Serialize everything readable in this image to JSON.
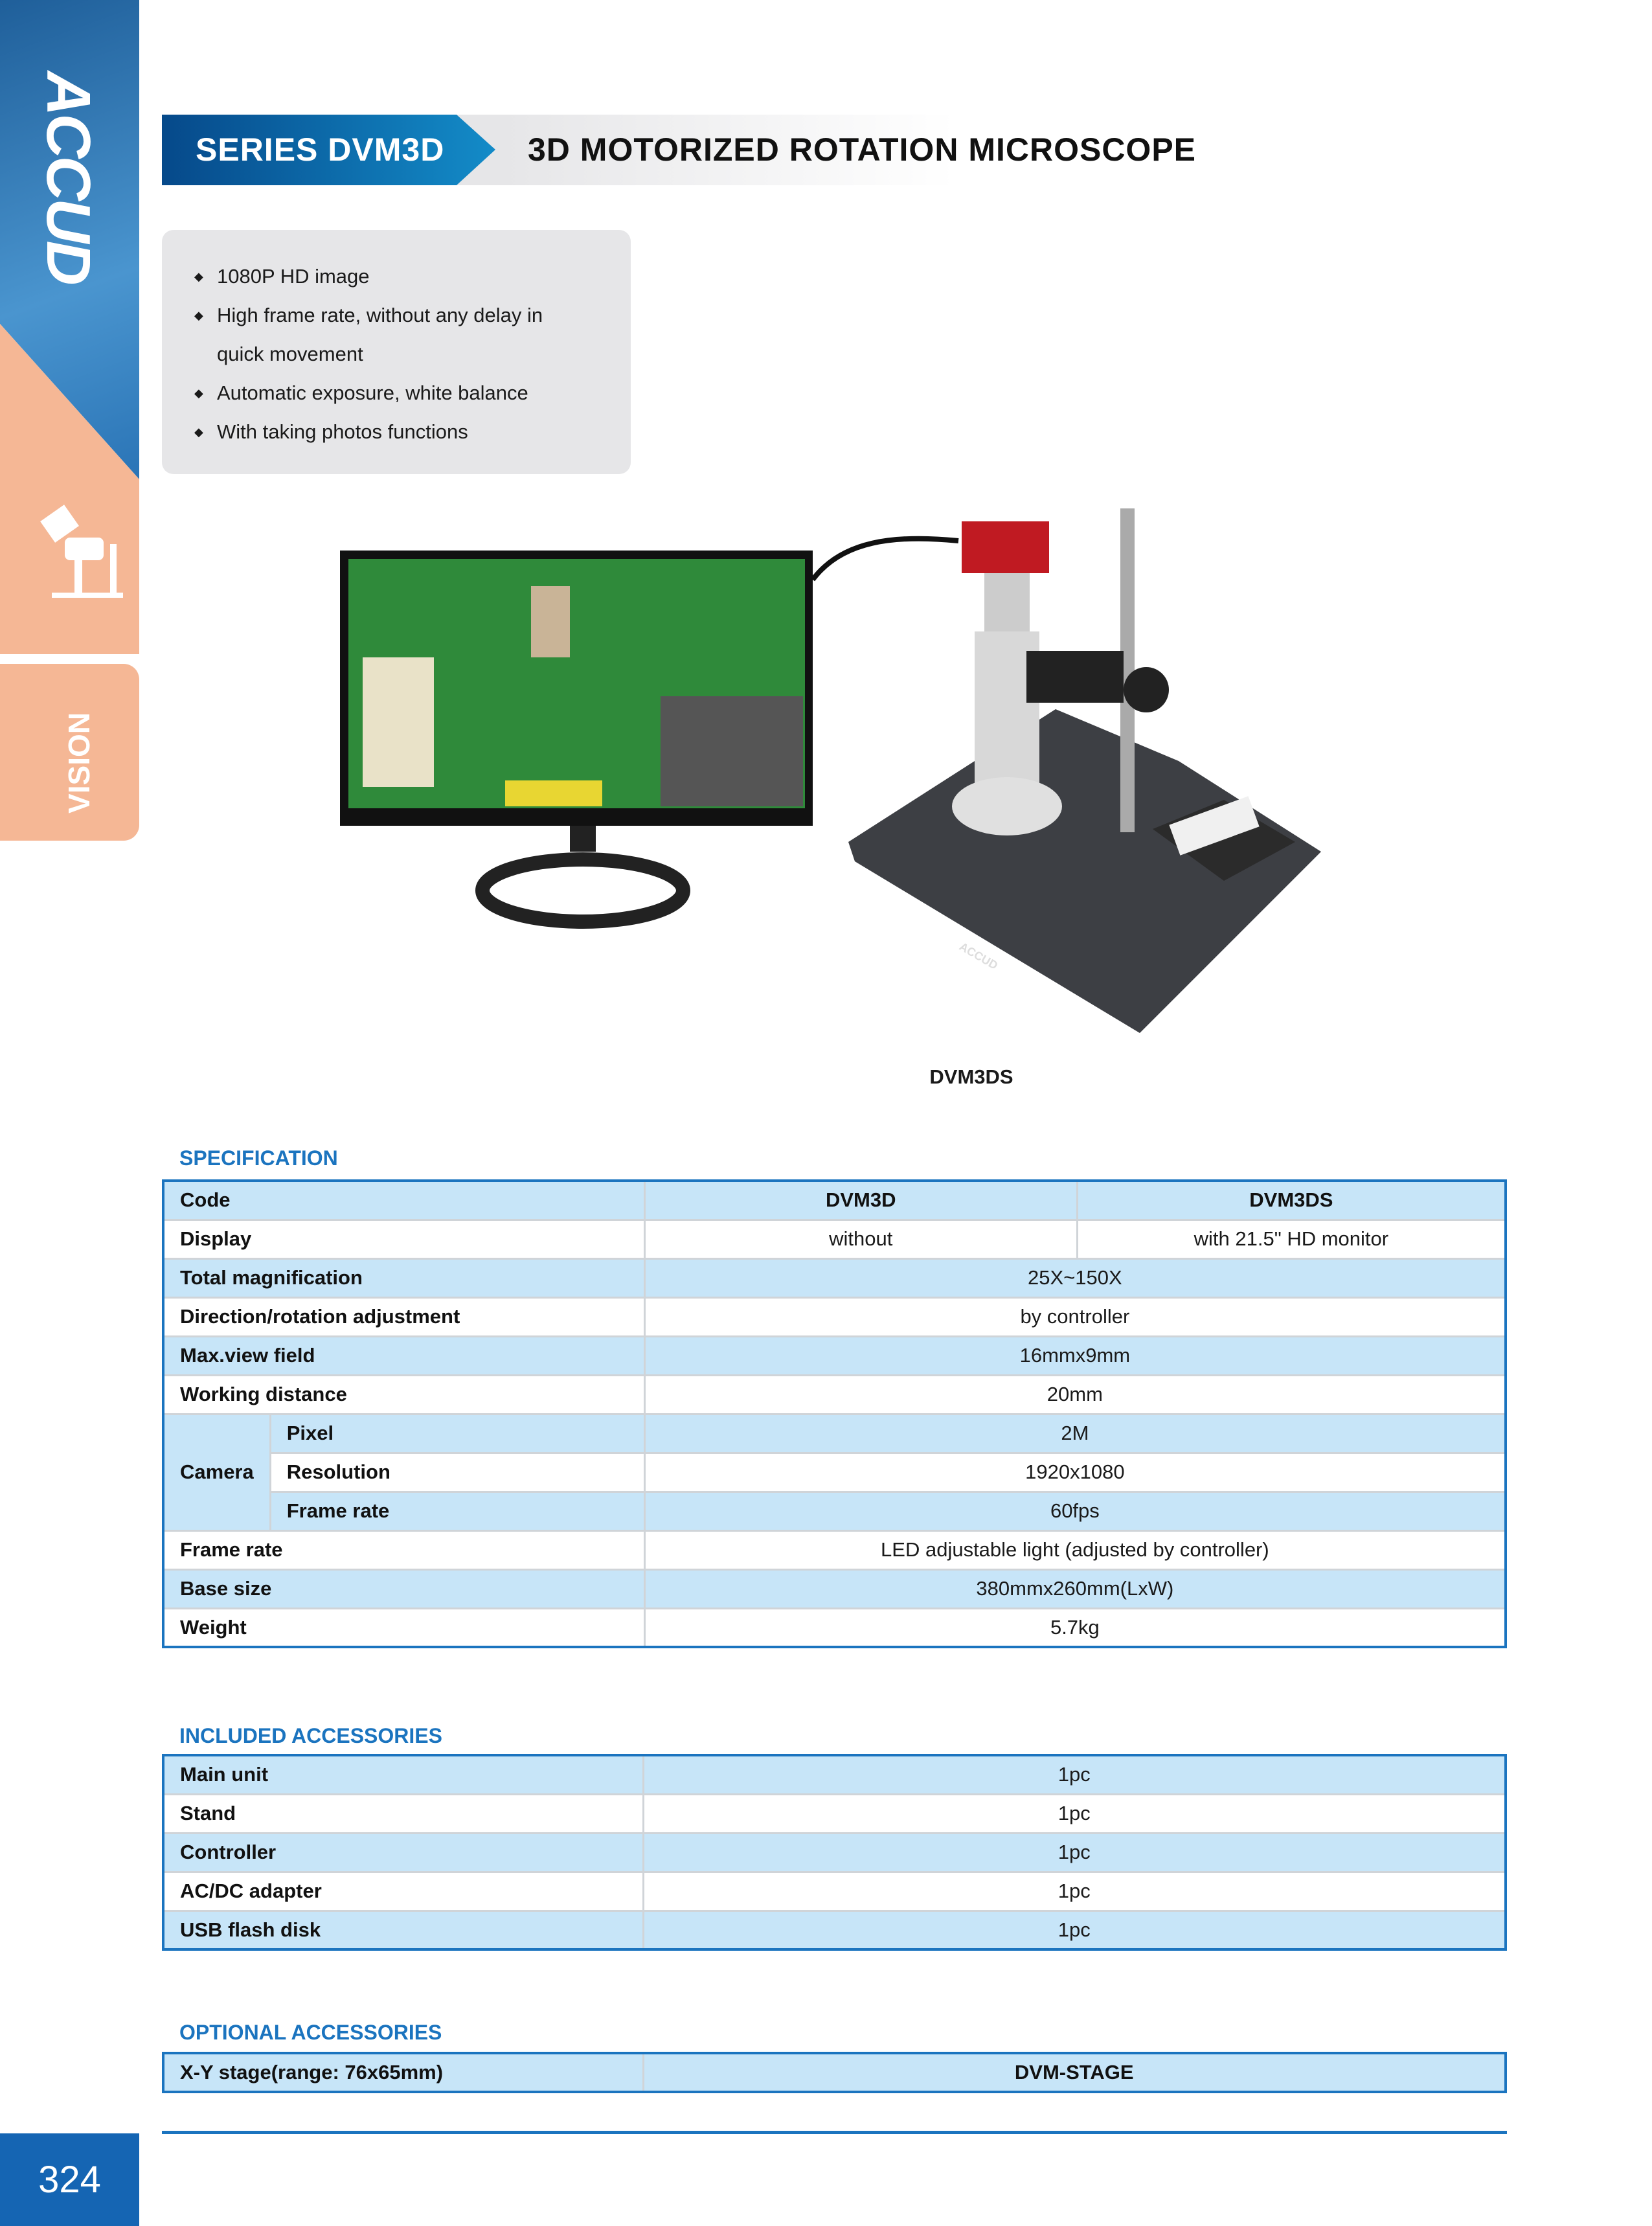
{
  "brand": "ACCUD",
  "side_tab": "VISION",
  "page_number": "324",
  "header": {
    "series": "SERIES DVM3D",
    "title": "3D MOTORIZED ROTATION MICROSCOPE"
  },
  "features": [
    "1080P HD image",
    "High frame rate, without any delay in quick movement",
    "Automatic exposure, white balance",
    "With taking photos functions"
  ],
  "image_caption": "DVM3DS",
  "product_logo": "ACCUD",
  "specification": {
    "title": "SPECIFICATION",
    "code": {
      "label": "Code",
      "a": "DVM3D",
      "b": "DVM3DS"
    },
    "display": {
      "label": "Display",
      "a": "without",
      "b": "with 21.5\" HD monitor"
    },
    "rows1": [
      {
        "label": "Total magnification",
        "value": "25X~150X"
      },
      {
        "label": "Direction/rotation adjustment",
        "value": "by controller"
      },
      {
        "label": "Max.view field",
        "value": "16mmx9mm"
      },
      {
        "label": "Working distance",
        "value": "20mm"
      }
    ],
    "camera": {
      "label": "Camera",
      "rows": [
        {
          "label": "Pixel",
          "value": "2M"
        },
        {
          "label": "Resolution",
          "value": "1920x1080"
        },
        {
          "label": "Frame rate",
          "value": "60fps"
        }
      ]
    },
    "rows2": [
      {
        "label": "Frame rate",
        "value": "LED adjustable light (adjusted by controller)"
      },
      {
        "label": "Base size",
        "value": "380mmx260mm(LxW)"
      },
      {
        "label": "Weight",
        "value": "5.7kg"
      }
    ]
  },
  "included": {
    "title": "INCLUDED ACCESSORIES",
    "rows": [
      {
        "label": "Main unit",
        "value": "1pc"
      },
      {
        "label": "Stand",
        "value": "1pc"
      },
      {
        "label": "Controller",
        "value": "1pc"
      },
      {
        "label": "AC/DC adapter",
        "value": "1pc"
      },
      {
        "label": "USB flash disk",
        "value": "1pc"
      }
    ]
  },
  "optional": {
    "title": "OPTIONAL ACCESSORIES",
    "rows": [
      {
        "label": "X-Y stage(range: 76x65mm)",
        "value": "DVM-STAGE"
      }
    ]
  },
  "colors": {
    "blue": "#1b74bf",
    "salmon": "#f5b795",
    "row": "#c7e5f8"
  }
}
